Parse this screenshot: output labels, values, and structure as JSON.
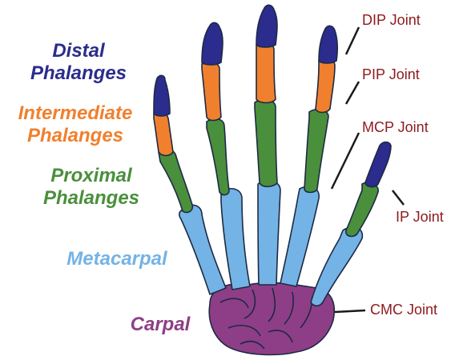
{
  "colors": {
    "distal": "#2b2c8d",
    "intermediate": "#f0802e",
    "proximal": "#4a8f3c",
    "metacarpal": "#74b3e6",
    "carpal": "#8e3e86",
    "joint_text": "#8e1a1e"
  },
  "bone_labels": {
    "distal_line1": "Distal",
    "distal_line2": "Phalanges",
    "intermediate_line1": "Intermediate",
    "intermediate_line2": "Phalanges",
    "proximal_line1": "Proximal",
    "proximal_line2": "Phalanges",
    "metacarpal": "Metacarpal",
    "carpal": "Carpal"
  },
  "joint_labels": {
    "dip": "DIP Joint",
    "pip": "PIP Joint",
    "mcp": "MCP Joint",
    "ip": "IP Joint",
    "cmc": "CMC Joint"
  }
}
